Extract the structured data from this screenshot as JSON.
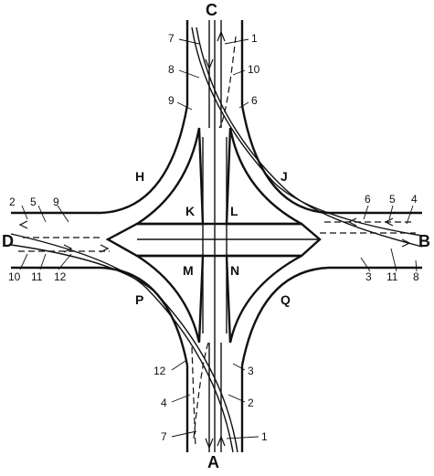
{
  "nodes": {
    "C": "C",
    "A": "A",
    "D": "D",
    "B": "B"
  },
  "quadrants": {
    "H": "H",
    "J": "J",
    "P": "P",
    "Q": "Q"
  },
  "inner": {
    "K": "K",
    "L": "L",
    "M": "M",
    "N": "N"
  },
  "route_labels": {
    "top_7": "7",
    "top_1": "1",
    "top_8": "8",
    "top_10": "10",
    "top_9": "9",
    "top_6": "6",
    "left_2": "2",
    "left_5": "5",
    "left_9": "9",
    "left_10": "10",
    "left_11": "11",
    "left_12": "12",
    "right_6": "6",
    "right_5": "5",
    "right_4": "4",
    "right_3": "3",
    "right_11": "11",
    "right_8": "8",
    "bottom_12": "12",
    "bottom_3": "3",
    "bottom_4": "4",
    "bottom_2": "2",
    "bottom_7": "7",
    "bottom_1": "1"
  }
}
